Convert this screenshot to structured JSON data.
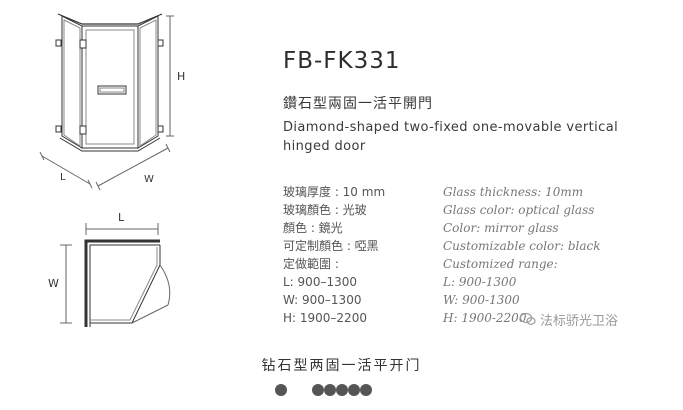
{
  "product": {
    "model": "FB-FK331",
    "title_cn": "鑽石型兩固一活平開門",
    "title_en": "Diamond-shaped two-fixed one-movable vertical hinged door"
  },
  "diagram_labels": {
    "height": "H",
    "length_persp": "L",
    "width_persp": "W",
    "length_plan": "L",
    "width_plan": "W"
  },
  "specs_cn": [
    "玻璃厚度 : 10 mm",
    "玻璃顏色 : 光玻",
    "顏色 : 鏡光",
    "可定制顏色 : 啞黑",
    "定做範圍 :",
    "L: 900–1300",
    "W: 900–1300",
    "H: 1900–2200"
  ],
  "specs_en": [
    "Glass thickness: 10mm",
    "Glass color: optical glass",
    "Color: mirror glass",
    "Customizable color: black",
    "Customized range:",
    "L: 900-1300",
    "W: 900-1300",
    "H: 1900-2200"
  ],
  "caption": "钻石型两固一活平开门",
  "watermark": {
    "text": "法标骄光卫浴",
    "icon": "wechat-official-icon"
  },
  "pagination": {
    "count": 6,
    "active_index": 0
  }
}
